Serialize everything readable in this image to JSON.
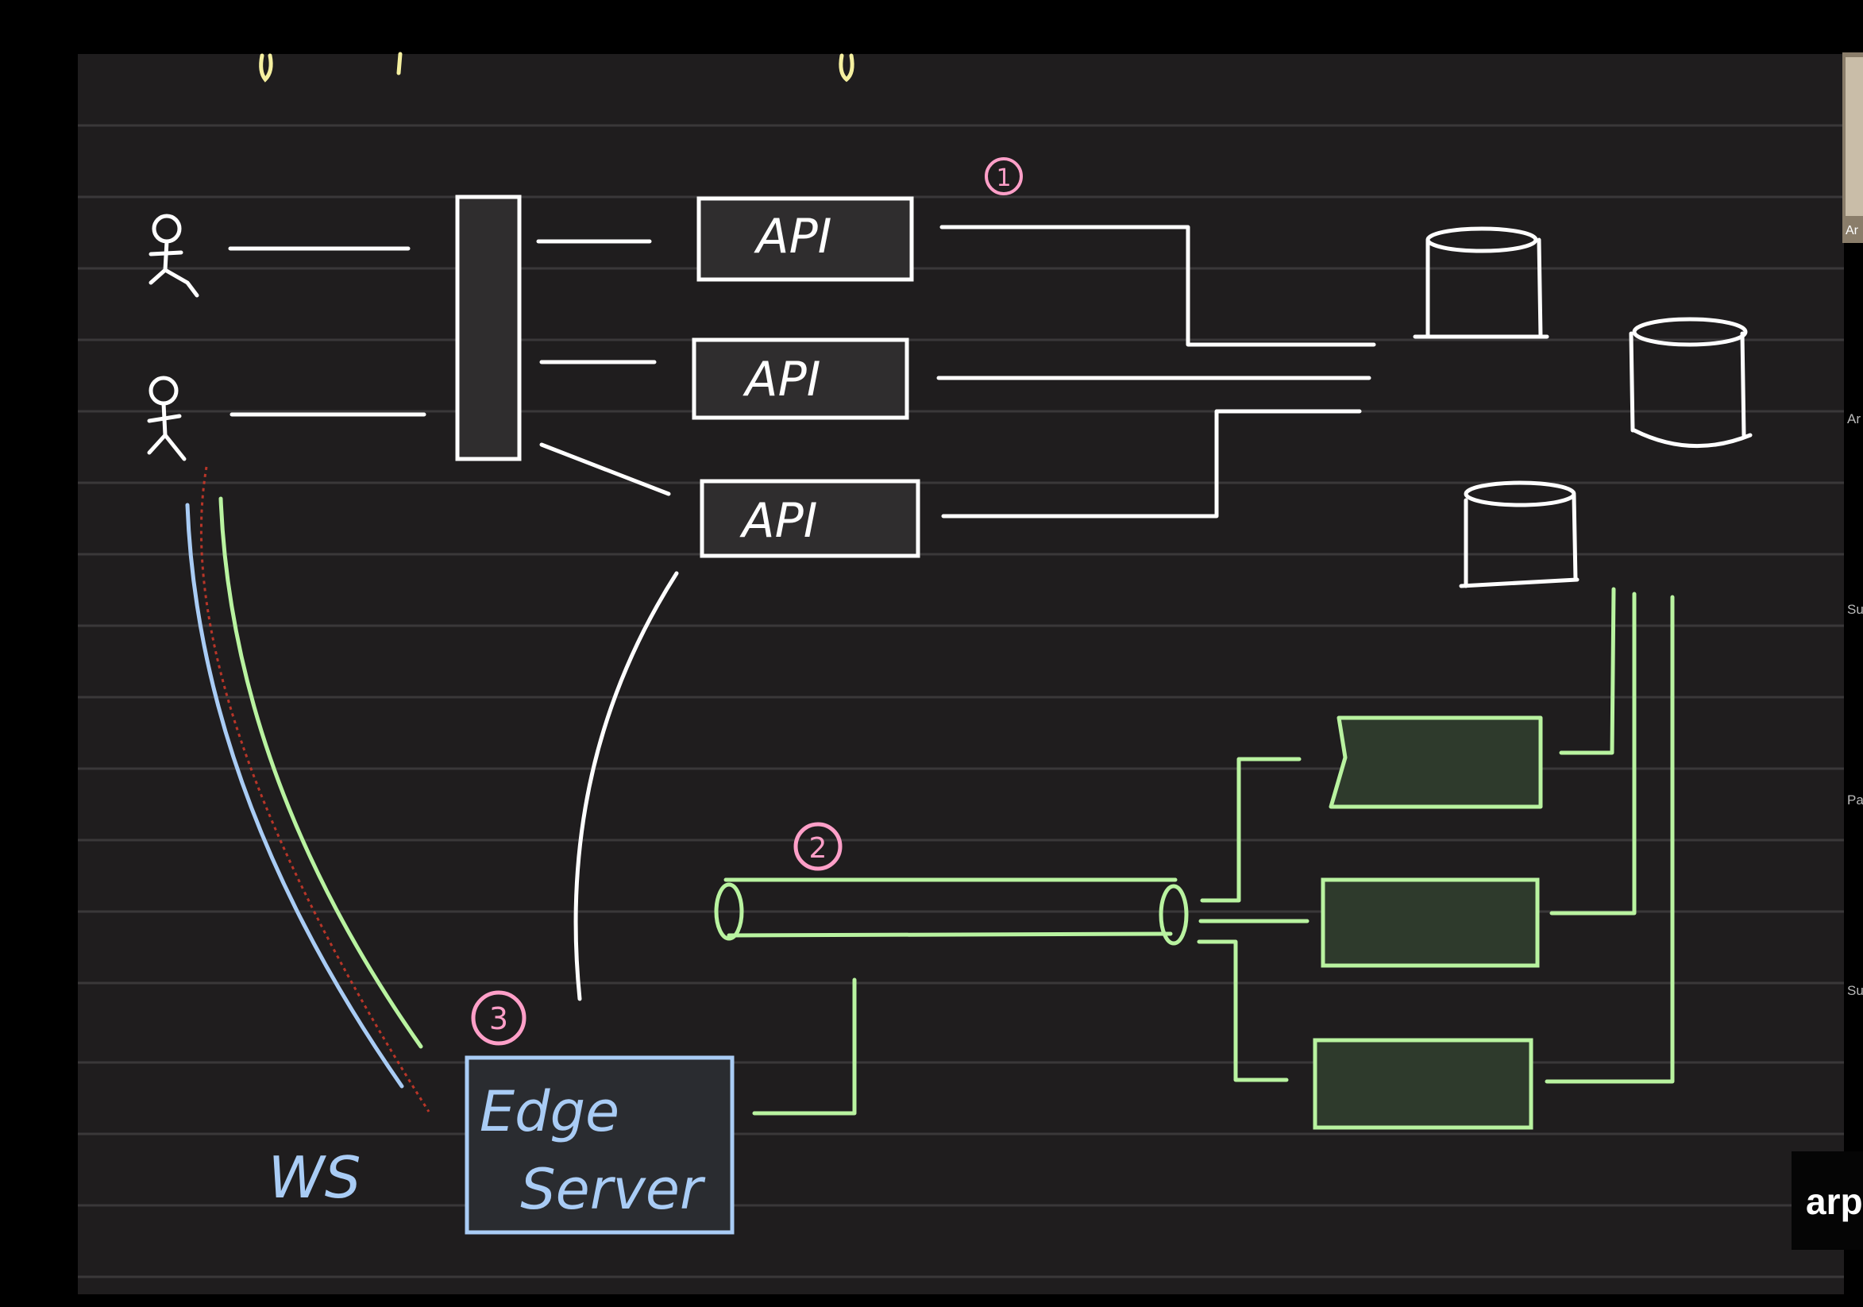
{
  "diagram": {
    "api_boxes": [
      {
        "label": "API"
      },
      {
        "label": "API"
      },
      {
        "label": "API"
      }
    ],
    "markers": [
      {
        "label": "1"
      },
      {
        "label": "2"
      },
      {
        "label": "3"
      }
    ],
    "edge_server": {
      "line1": "Edge",
      "line2": "Server"
    },
    "ws_label": "WS",
    "colors": {
      "board": "#1f1d1e",
      "chalk": "#ffffff",
      "green": "#b9f3a0",
      "pink": "#ff9fc8",
      "blue": "#a9ccf5",
      "yellow": "#f5f0a0",
      "red": "#d33a2a"
    }
  },
  "brand": {
    "text": "arp"
  },
  "side_panel": {
    "thumb_label": "Ar",
    "items": [
      "Ar",
      "Su",
      "Pa",
      "Su"
    ]
  }
}
